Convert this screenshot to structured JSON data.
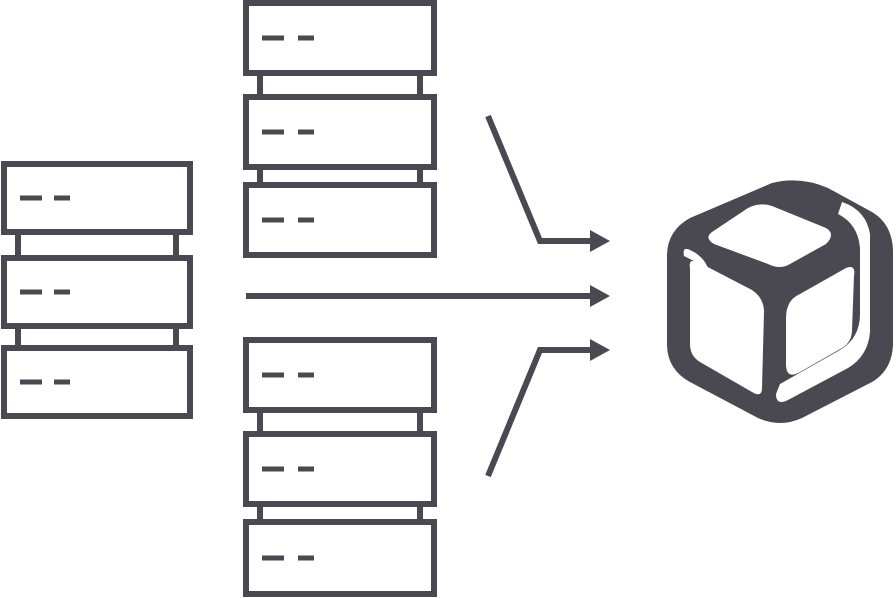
{
  "colors": {
    "stroke": "#4a4951",
    "background": "#ffffff",
    "fill": "#ffffff"
  },
  "icons": {
    "server_racks": [
      "server-stack-left",
      "server-stack-top",
      "server-stack-bottom"
    ],
    "target": "cube-icon",
    "connectors": [
      "arrow-top",
      "arrow-middle",
      "arrow-bottom"
    ]
  }
}
